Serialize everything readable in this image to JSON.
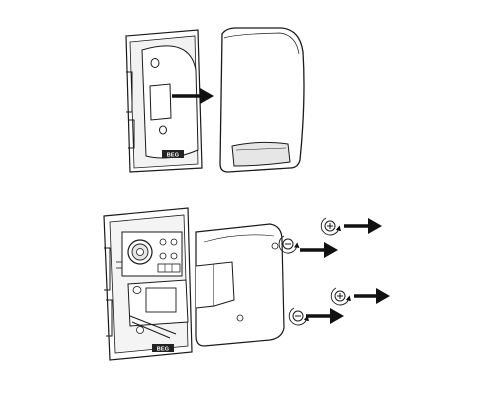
{
  "colors": {
    "line": "#1a1a1a",
    "fill_light": "#ffffff",
    "fill_shade": "#e6e6e6",
    "fill_dark": "#bdbdbd",
    "badge": "#222222",
    "arrow": "#111111"
  },
  "icons": {
    "arrow": "arrow-right-icon",
    "screw": "screw-icon",
    "rotate": "rotate-counterclockwise-icon"
  },
  "diagram": {
    "step1": {
      "base_badge": "BEG",
      "description_icon": "cover-removal"
    },
    "step2": {
      "base_badge": "BEG",
      "description_icon": "screw-removal"
    }
  }
}
